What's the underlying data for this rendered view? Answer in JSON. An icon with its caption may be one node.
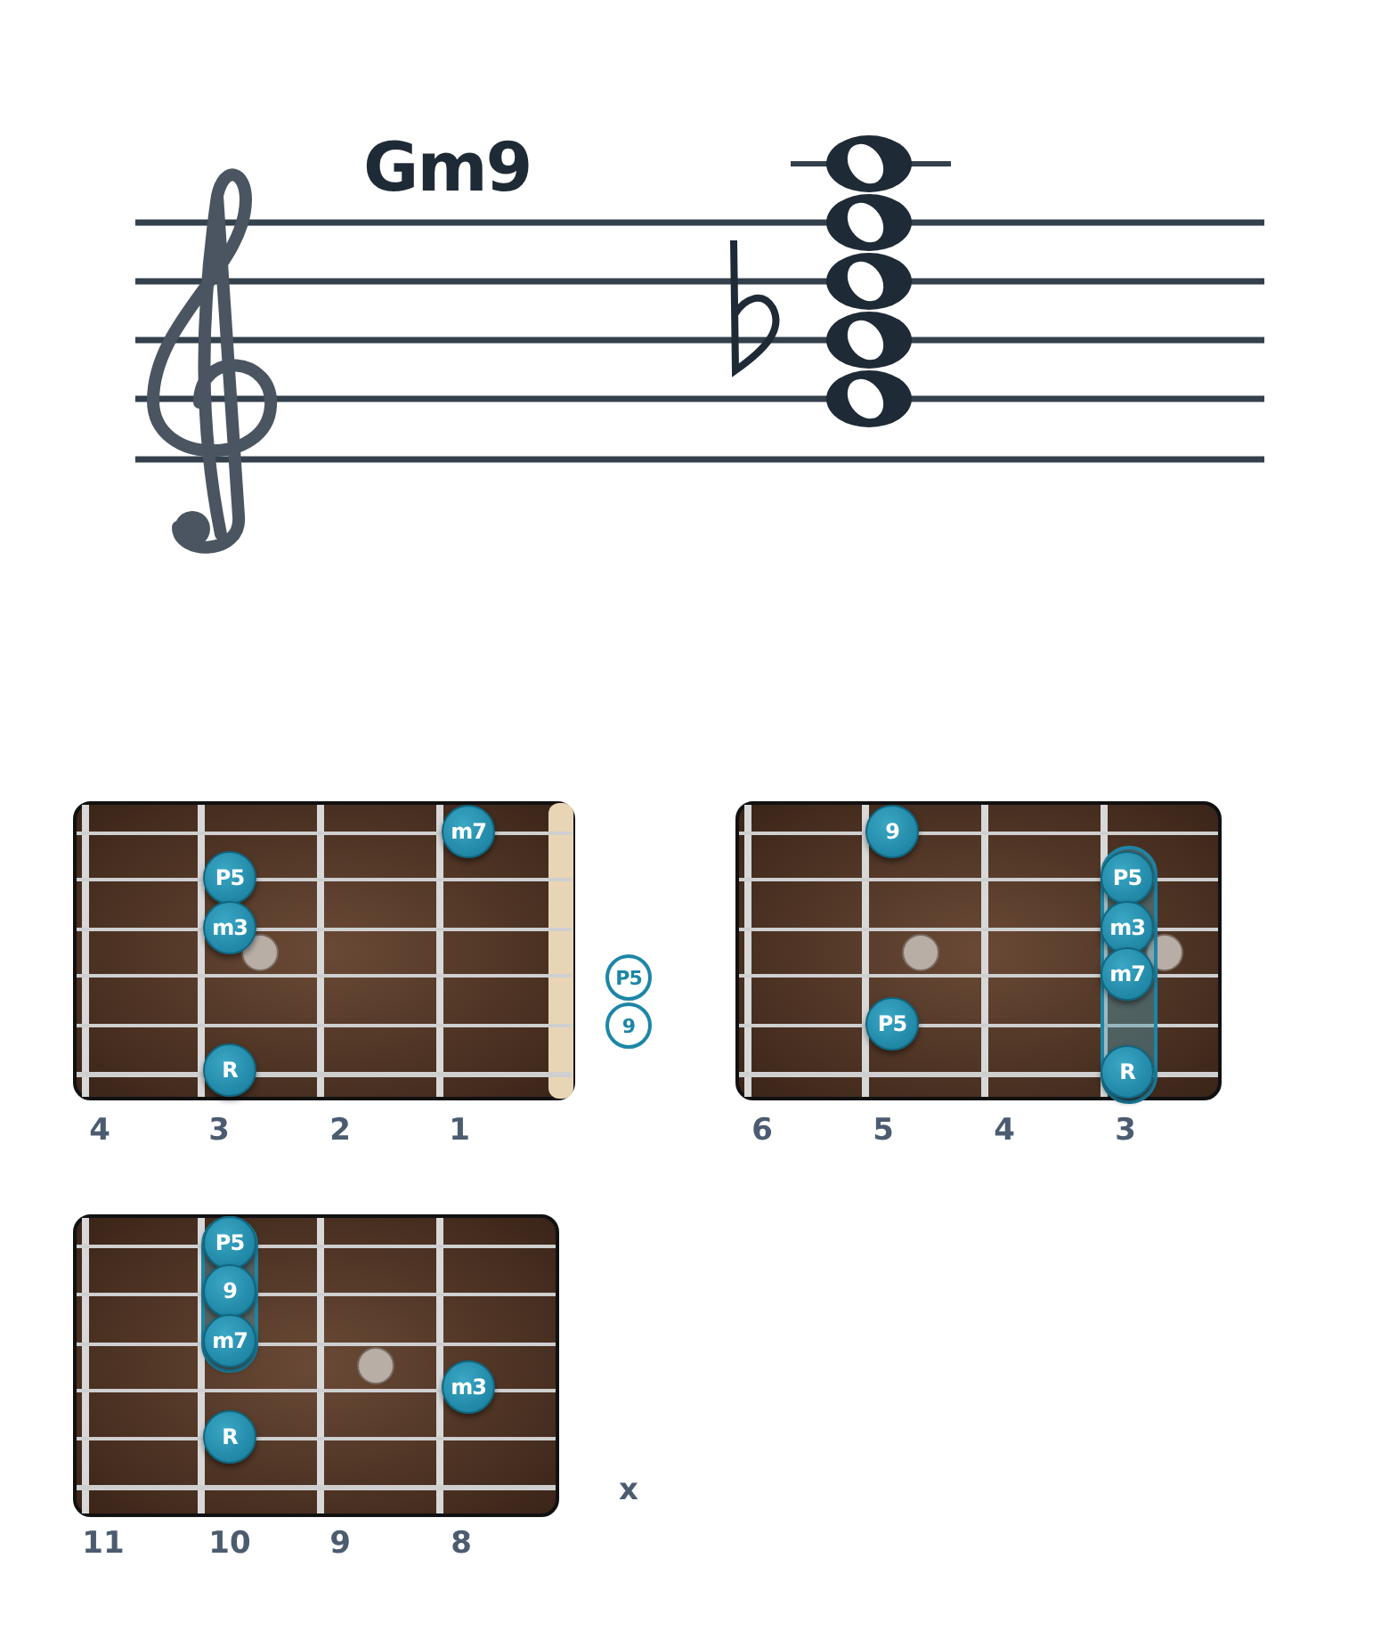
{
  "diagram": {
    "title": "Gm9",
    "nodes": [
      {
        "text": [
          "m7"
        ]
      },
      {
        "text": [
          "P5"
        ]
      },
      {
        "text": [
          "m3"
        ]
      },
      {
        "text": [
          "R"
        ]
      },
      {
        "text": [
          "P5"
        ]
      },
      {
        "text": [
          "9"
        ]
      },
      {
        "text": [
          "9"
        ]
      },
      {
        "text": [
          "P5"
        ]
      },
      {
        "text": [
          "m3"
        ]
      },
      {
        "text": [
          "m7"
        ]
      },
      {
        "text": [
          "P5"
        ]
      },
      {
        "text": [
          "R"
        ]
      },
      {
        "text": [
          "P5"
        ]
      },
      {
        "text": [
          "9"
        ]
      },
      {
        "text": [
          "m7"
        ]
      },
      {
        "text": [
          "m3"
        ]
      },
      {
        "text": [
          "R"
        ]
      }
    ],
    "labels": [
      "4",
      "3",
      "2",
      "1",
      "6",
      "5",
      "4",
      "3",
      "11",
      "10",
      "9",
      "8",
      "x"
    ]
  }
}
